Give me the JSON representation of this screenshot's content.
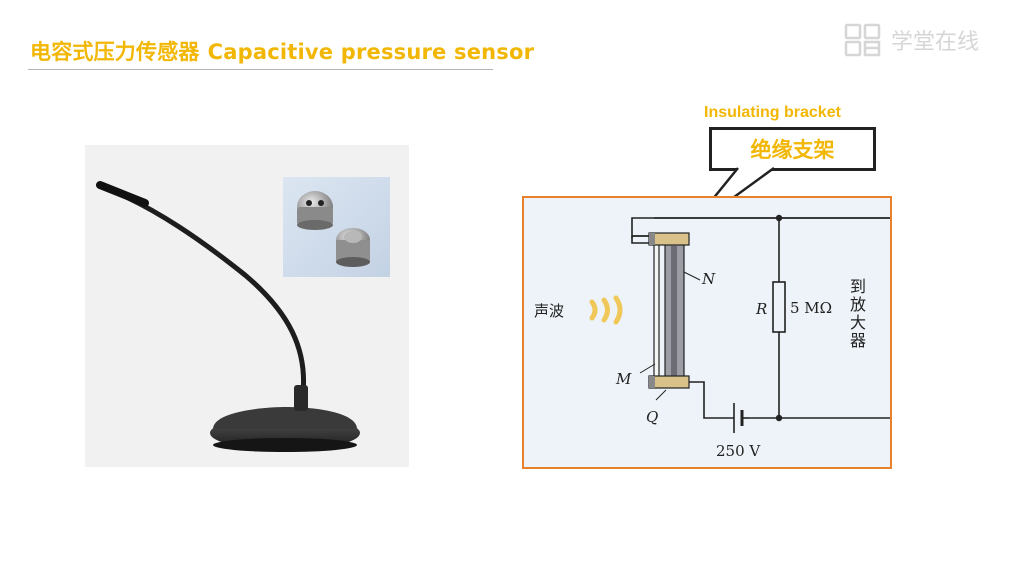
{
  "header": {
    "title_cn": "电容式压力传感器",
    "title_en": "Capacitive pressure sensor"
  },
  "logo": {
    "text": "学堂在线",
    "icon": "xuetangx-logo-icon"
  },
  "callout": {
    "label_en": "Insulating bracket",
    "label_cn": "绝缘支架"
  },
  "diagram": {
    "sound_wave_label": "声波",
    "label_N": "N",
    "label_M": "M",
    "label_Q": "Q",
    "label_R": "R",
    "resistance": "5 MΩ",
    "voltage": "250 V",
    "to_amplifier_chars": [
      "到",
      "放",
      "大",
      "器"
    ]
  },
  "colors": {
    "accent": "#f2b705",
    "frame": "#e8812c",
    "diagram_bg": "#edf3f8"
  }
}
